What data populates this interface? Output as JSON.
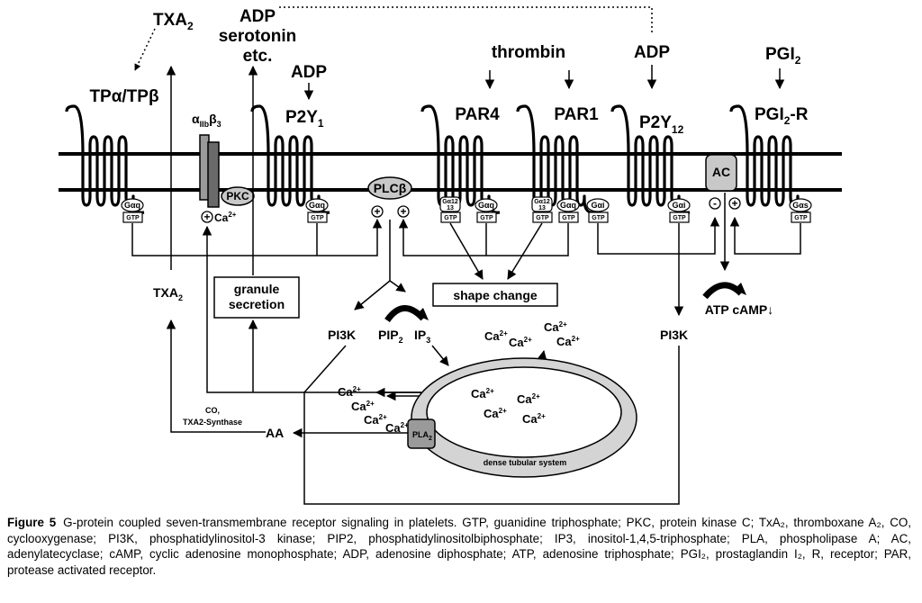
{
  "receptors": {
    "tp": "TPα/TPβ",
    "integrin_base": "α",
    "integrin_sub": "IIb",
    "integrin_beta": "β",
    "integrin_beta_sub": "3",
    "p2y1_base": "P2Y",
    "p2y1_sub": "1",
    "par4": "PAR4",
    "par1": "PAR1",
    "p2y12_base": "P2Y",
    "p2y12_sub": "12",
    "pgi2r_base": "PGI",
    "pgi2r_sub": "2",
    "pgi2r_tail": "-R"
  },
  "agonists": {
    "txa2_base": "TXA",
    "txa2_sub": "2",
    "adp_serotonin": [
      "ADP",
      "serotonin",
      "etc."
    ],
    "adp_p2y1": "ADP",
    "thrombin": "thrombin",
    "adp_p2y12": "ADP",
    "pgi2_base": "PGI",
    "pgi2_sub": "2"
  },
  "gproteins": {
    "gaq": "Gαq",
    "gtp": "GTP",
    "ga1213_top": "Gα12",
    "ga1213_bot": "13",
    "gai": "Gαi",
    "gas": "Gαs"
  },
  "enzymes": {
    "pkc": "PKC",
    "plcb": "PLCβ",
    "ac": "AC",
    "pla_base": "PLA",
    "pla_sub": "2",
    "pi3k": "PI3K"
  },
  "signs": {
    "plus": "⊕",
    "plus_char": "+",
    "minus_char": "-"
  },
  "messengers": {
    "ca": "Ca",
    "ca_sup": "2+",
    "pip2_base": "PIP",
    "pip2_sub": "2",
    "ip3_base": "IP",
    "ip3_sub": "3",
    "txa2_low_base": "TXA",
    "txa2_low_sub": "2",
    "aa": "AA",
    "co": "CO,",
    "txa2_synthase": "TXA2-Synthase",
    "atp_camp": "ATP cAMP↓"
  },
  "boxes": {
    "granule": [
      "granule",
      "secretion"
    ],
    "shape_change": "shape change"
  },
  "dts": "dense tubular system",
  "caption": {
    "figure": "Figure 5",
    "text": "G-protein coupled seven-transmembrane receptor signaling in platelets. GTP, guanidine triphosphate; PKC, protein kinase C; TxA₂, thromboxane A₂, CO, cyclooxygenase; PI3K, phosphatidylinositol-3 kinase; PIP2, phosphatidylinositolbiphosphate; IP3, inositol-1,4,5-triphosphate; PLA, phospholipase A; AC, adenylatecyclase; cAMP, cyclic adenosine monophosphate; ADP, adenosine diphosphate; ATP, adenosine triphosphate; PGI₂, prostaglandin I₂, R, receptor; PAR, protease activated receptor."
  }
}
